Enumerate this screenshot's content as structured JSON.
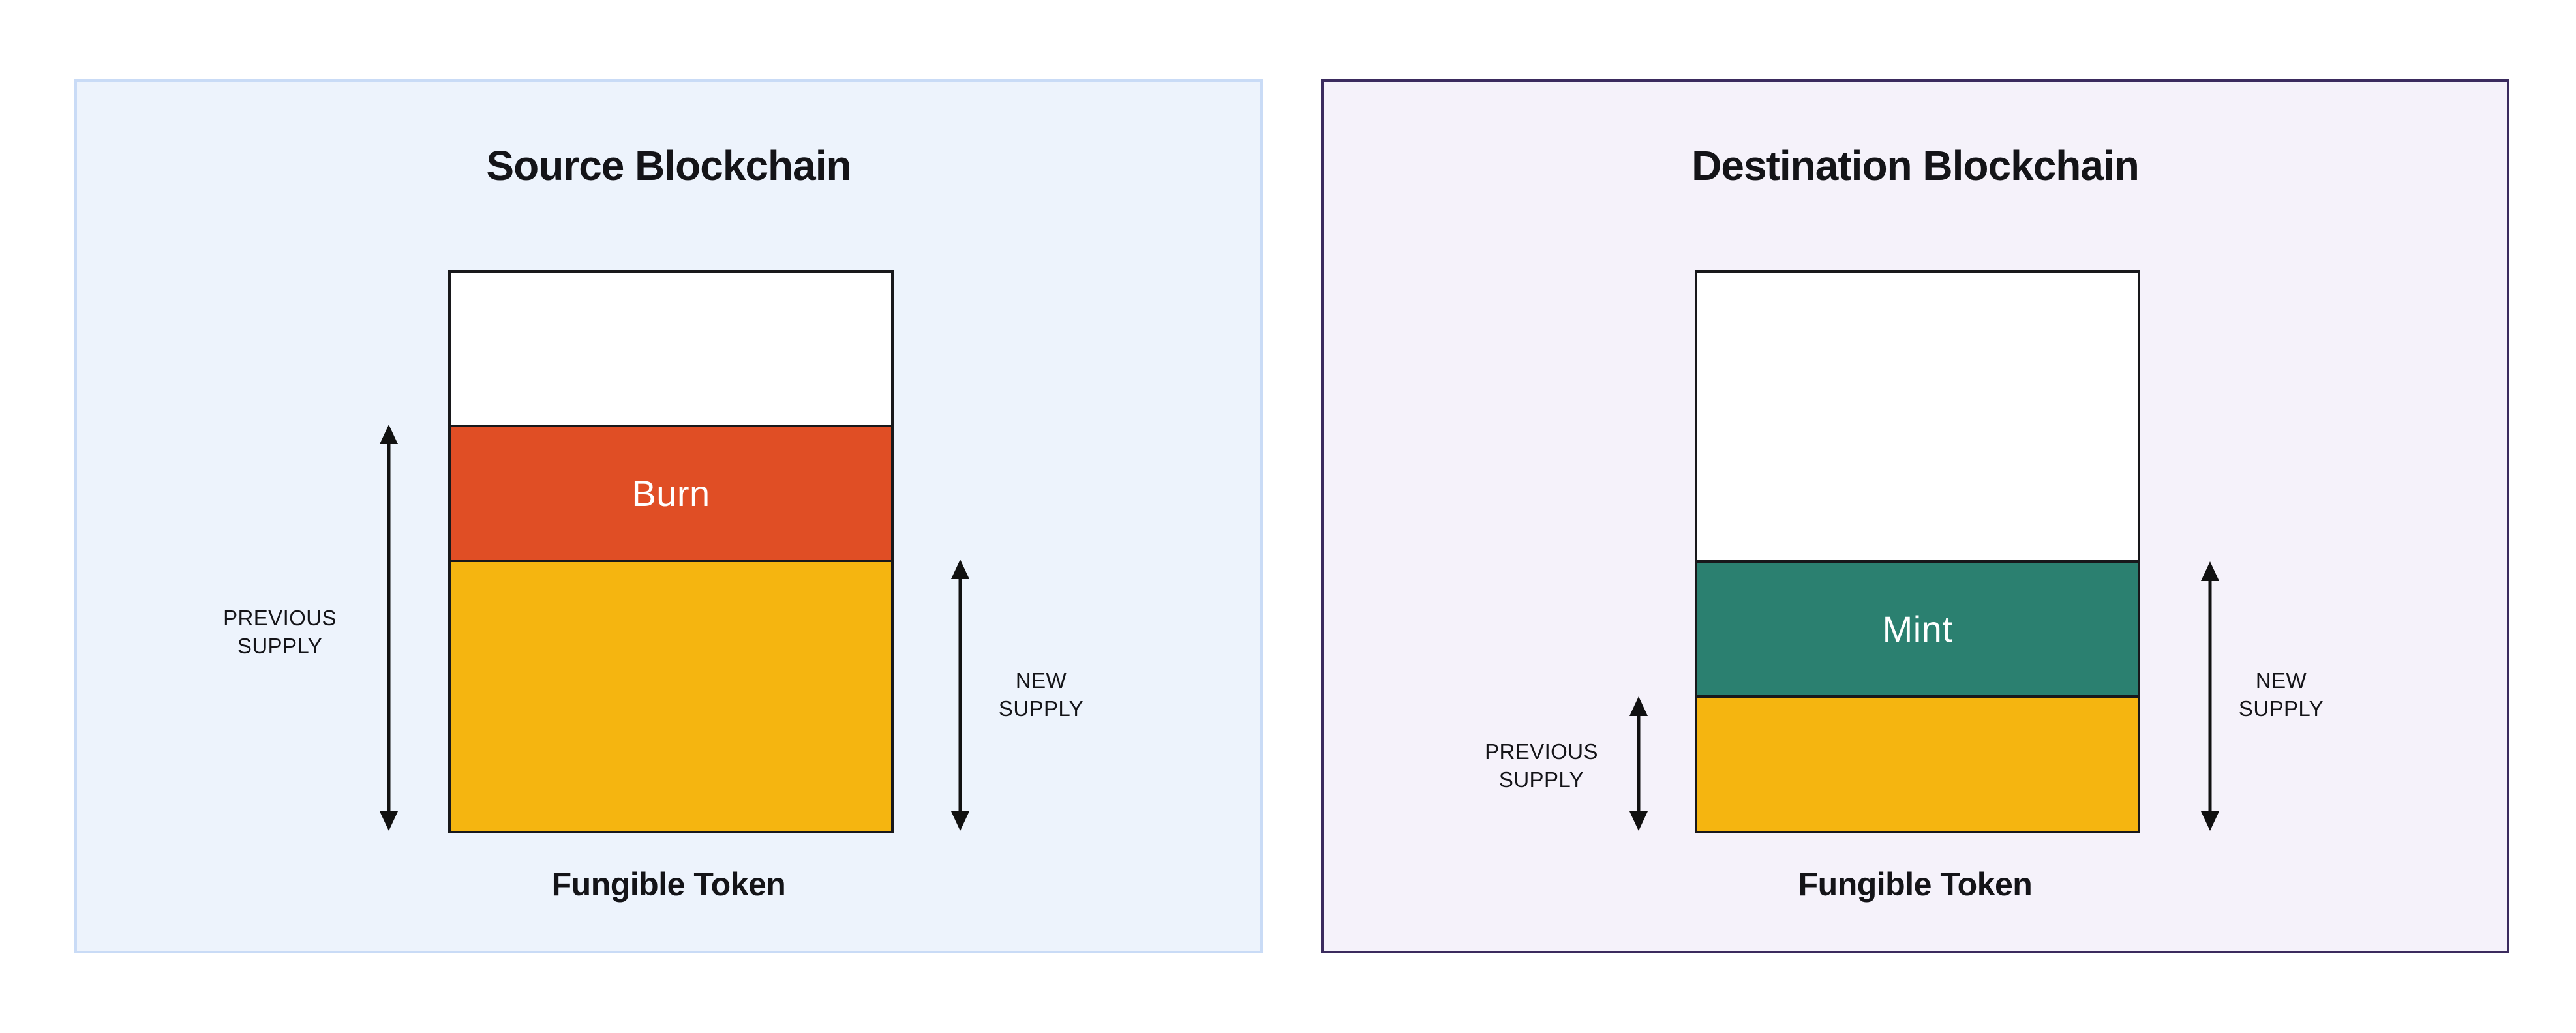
{
  "colors": {
    "page-bg": "#ffffff",
    "source-bg": "#EDF3FC",
    "source-border": "#C9DBF6",
    "dest-bg": "#F5F2FA",
    "dest-border": "#3B2B5E",
    "burn": "#E04E25",
    "mint": "#2B8070",
    "gold": "#F5B510",
    "bar-border": "#18181B",
    "text": "#141418",
    "arrow": "#111111"
  },
  "source": {
    "title": "Source Blockchain",
    "caption": "Fungible Token",
    "burn_label": "Burn",
    "previous_supply_label": "PREVIOUS SUPPLY",
    "new_supply_label": "NEW SUPPLY"
  },
  "dest": {
    "title": "Destination Blockchain",
    "caption": "Fungible Token",
    "mint_label": "Mint",
    "previous_supply_label": "PREVIOUS SUPPLY",
    "new_supply_label": "NEW SUPPLY"
  }
}
